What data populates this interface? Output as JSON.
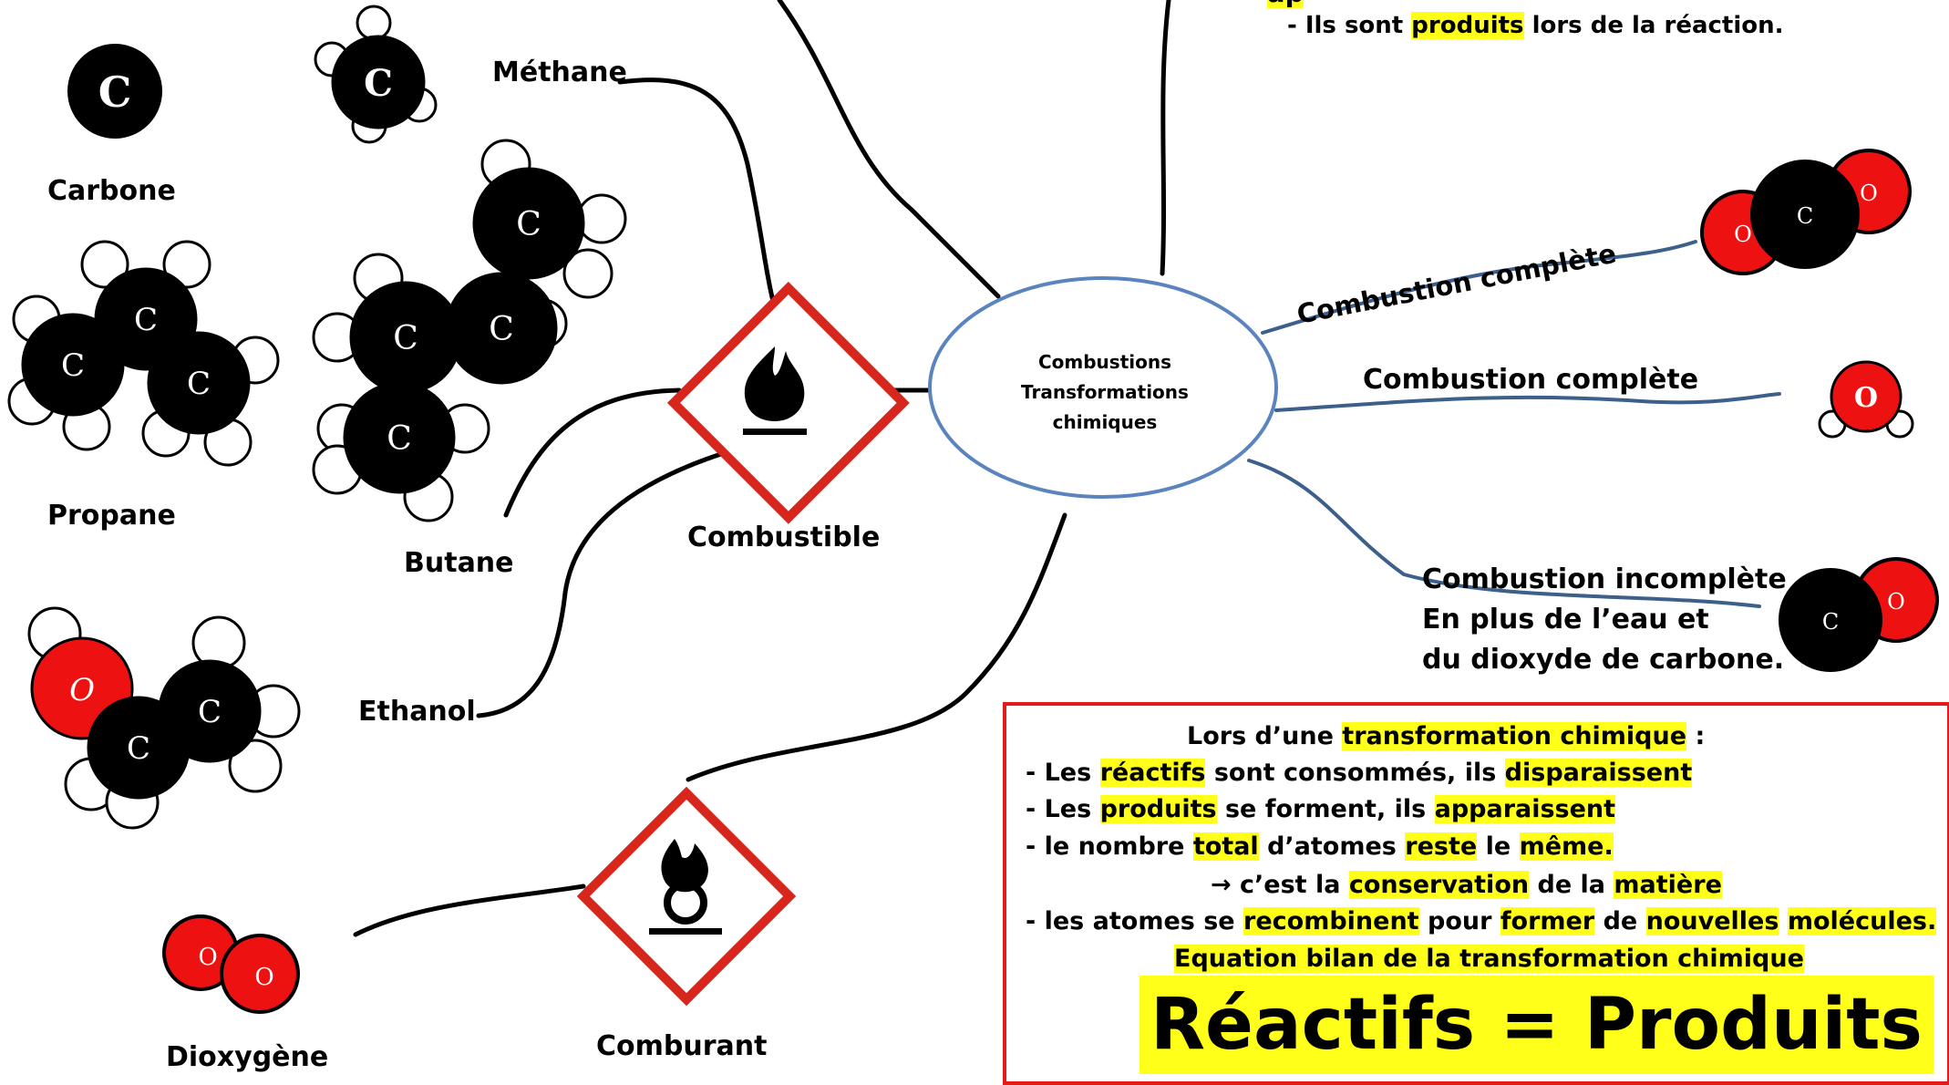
{
  "center": {
    "line1": "Combustions",
    "line2": "Transformations",
    "line3": "chimiques"
  },
  "top_notes": {
    "partial_word": "ap",
    "line_prefix": "- Ils sont ",
    "line_hl": "produits",
    "line_suffix": " lors de la réaction."
  },
  "molecules": {
    "carbon_label": "Carbone",
    "propane_label": "Propane",
    "butane_label": "Butane",
    "methane_label": "Méthane",
    "ethanol_label": "Ethanol",
    "dioxygen_label": "Dioxygène",
    "atom_c": "C",
    "atom_o": "O"
  },
  "hazards": {
    "combustible_label": "Combustible",
    "comburant_label": "Comburant"
  },
  "branches": {
    "complete1": "Combustion complète",
    "complete2": "Combustion complète",
    "incomplete": "Combustion incomplète",
    "incomplete_note1": "En plus de l’eau et",
    "incomplete_note2": "du dioxyde de carbone."
  },
  "box": {
    "l1_pre": "Lors d’une ",
    "l1_hl": "transformation chimique",
    "l1_post": " :",
    "l2_a": "- Les ",
    "l2_hl1": "réactifs",
    "l2_b": " sont consommés, ils ",
    "l2_hl2": "disparaissent",
    "l3_a": "- Les ",
    "l3_hl1": "produits",
    "l3_b": " se forment, ils ",
    "l3_hl2": "apparaissent",
    "l4_a": "- le nombre ",
    "l4_hl1": "total",
    "l4_b": " d’atomes ",
    "l4_hl2": "reste",
    "l4_c": " le ",
    "l4_hl3": "même.",
    "l5_a": "→ c’est la ",
    "l5_hl1": "conservation",
    "l5_b": " de la ",
    "l5_hl2": "matière",
    "l6_a": "- les atomes se ",
    "l6_hl1": "recombinent",
    "l6_b": " pour ",
    "l6_hl2": "former",
    "l6_c": " de ",
    "l6_hl3": "nouvelles",
    "l6_d": " ",
    "l6_hl4": "molécules.",
    "l7": "Equation bilan de la transformation chimique",
    "equation": "Réactifs = Produits"
  },
  "colors": {
    "hazard_border": "#d7261b",
    "oxygen": "#ee1111",
    "carbon": "#000000",
    "branch_blue": "#3d5f8c",
    "highlight": "#ffff1a"
  }
}
